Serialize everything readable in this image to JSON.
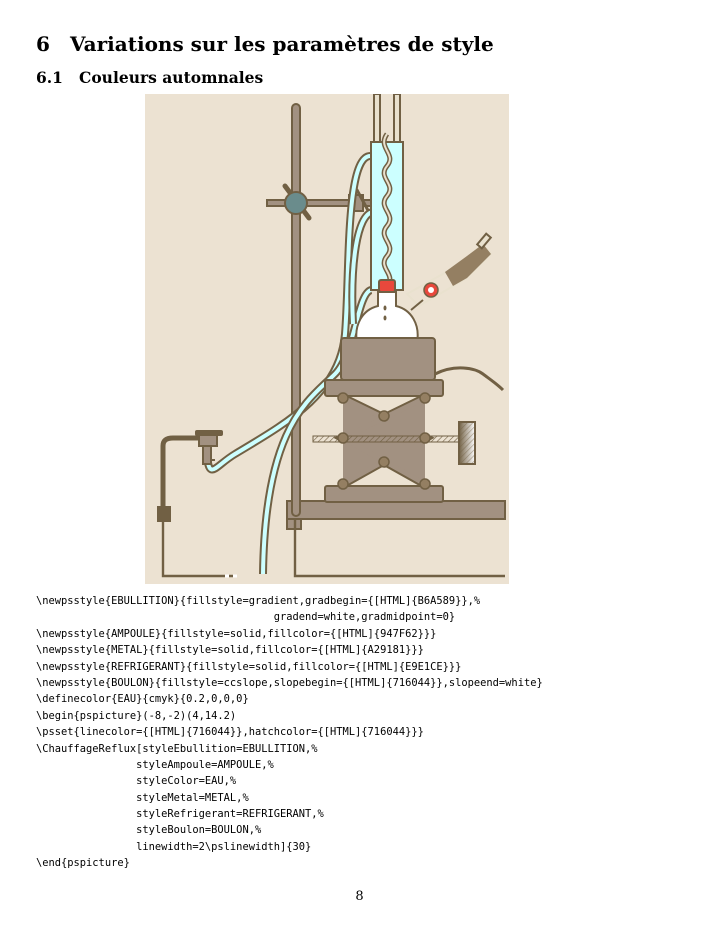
{
  "section": {
    "number": "6",
    "title": "Variations sur les paramètres de style"
  },
  "subsection": {
    "number": "6.1",
    "title": "Couleurs automnales"
  },
  "figure": {
    "background_color": "#ECE2D2",
    "line_color": "#716044",
    "ebullition_color": "#B6A589",
    "ampoule_color": "#947F62",
    "metal_color": "#A29181",
    "refrigerant_color": "#E9E1CE",
    "eau_color": "#CCFFFF",
    "accent_color": "#E8483C"
  },
  "code": {
    "lines": [
      "\\newpsstyle{EBULLITION}{fillstyle=gradient,gradbegin={[HTML]{B6A589}},%",
      "                                      gradend=white,gradmidpoint=0}",
      "\\newpsstyle{AMPOULE}{fillstyle=solid,fillcolor={[HTML]{947F62}}}",
      "\\newpsstyle{METAL}{fillstyle=solid,fillcolor={[HTML]{A29181}}}",
      "\\newpsstyle{REFRIGERANT}{fillstyle=solid,fillcolor={[HTML]{E9E1CE}}}",
      "\\newpsstyle{BOULON}{fillstyle=ccslope,slopebegin={[HTML]{716044}},slopeend=white}",
      "\\definecolor{EAU}{cmyk}{0.2,0,0,0}",
      "\\begin{pspicture}(-8,-2)(4,14.2)",
      "\\psset{linecolor={[HTML]{716044}},hatchcolor={[HTML]{716044}}}",
      "\\ChauffageReflux[styleEbullition=EBULLITION,%",
      "                styleAmpoule=AMPOULE,%",
      "                styleColor=EAU,%",
      "                styleMetal=METAL,%",
      "                styleRefrigerant=REFRIGERANT,%",
      "                styleBoulon=BOULON,%",
      "                linewidth=2\\pslinewidth]{30}",
      "\\end{pspicture}"
    ]
  },
  "page_number": "8"
}
